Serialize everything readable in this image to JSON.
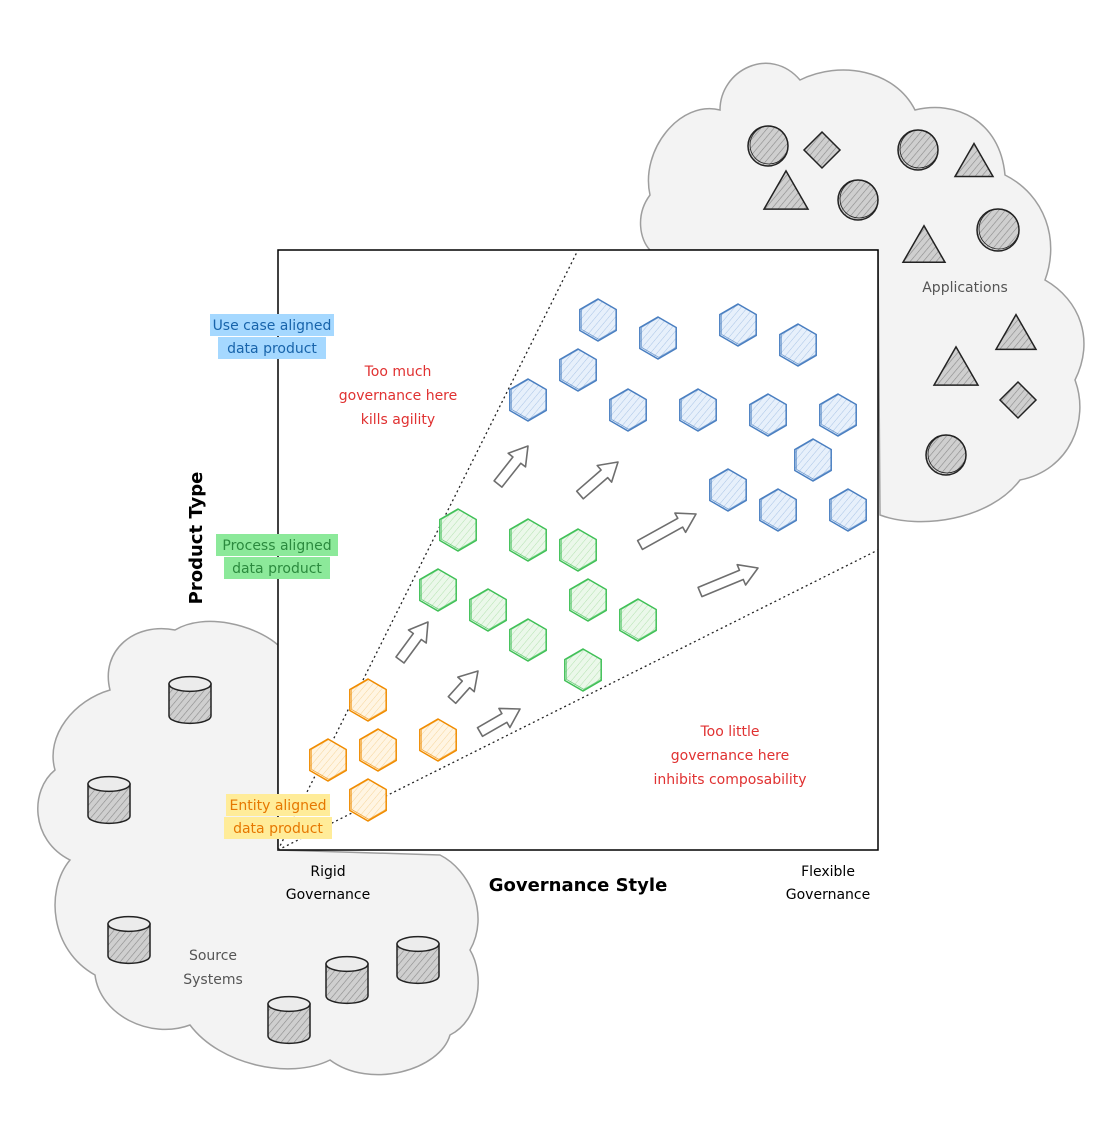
{
  "axes": {
    "y_title": "Product Type",
    "x_title": "Governance Style",
    "x_left_label": [
      "Rigid",
      "Governance"
    ],
    "x_right_label": [
      "Flexible",
      "Governance"
    ]
  },
  "product_types": {
    "use_case": {
      "lines": [
        "Use case aligned",
        "data product"
      ],
      "highlight": "#a5d8ff",
      "color": "#1864ab"
    },
    "process": {
      "lines": [
        "Process aligned",
        "data product"
      ],
      "highlight": "#8ce99a",
      "color": "#2b8a3e"
    },
    "entity": {
      "lines": [
        "Entity aligned",
        "data product"
      ],
      "highlight": "#ffec99",
      "color": "#e67700"
    }
  },
  "annotations": {
    "too_much": {
      "lines": [
        "Too much",
        "governance here",
        "kills agility"
      ],
      "color": "#e03131"
    },
    "too_little": {
      "lines": [
        "Too little",
        "governance here",
        "inhibits composability"
      ],
      "color": "#e03131"
    }
  },
  "clouds": {
    "applications": {
      "label": [
        "Applications"
      ]
    },
    "source_systems": {
      "label": [
        "Source",
        "Systems"
      ]
    }
  },
  "colors": {
    "entity_hex": "#f08c00",
    "process_hex": "#40c057",
    "usecase_hex": "#4a7fc1",
    "cloud_fill": "#f3f3f3",
    "cloud_stroke": "#9e9e9e",
    "shape_fill": "#c8c8c8",
    "arrow_stroke": "#6e6e6e"
  },
  "icons": {
    "hexagon": "data-product-hexagon-icon",
    "cylinder": "database-cylinder-icon",
    "circle": "app-circle-icon",
    "triangle": "app-triangle-icon",
    "diamond": "app-diamond-icon",
    "arrow": "flow-arrow-icon"
  }
}
